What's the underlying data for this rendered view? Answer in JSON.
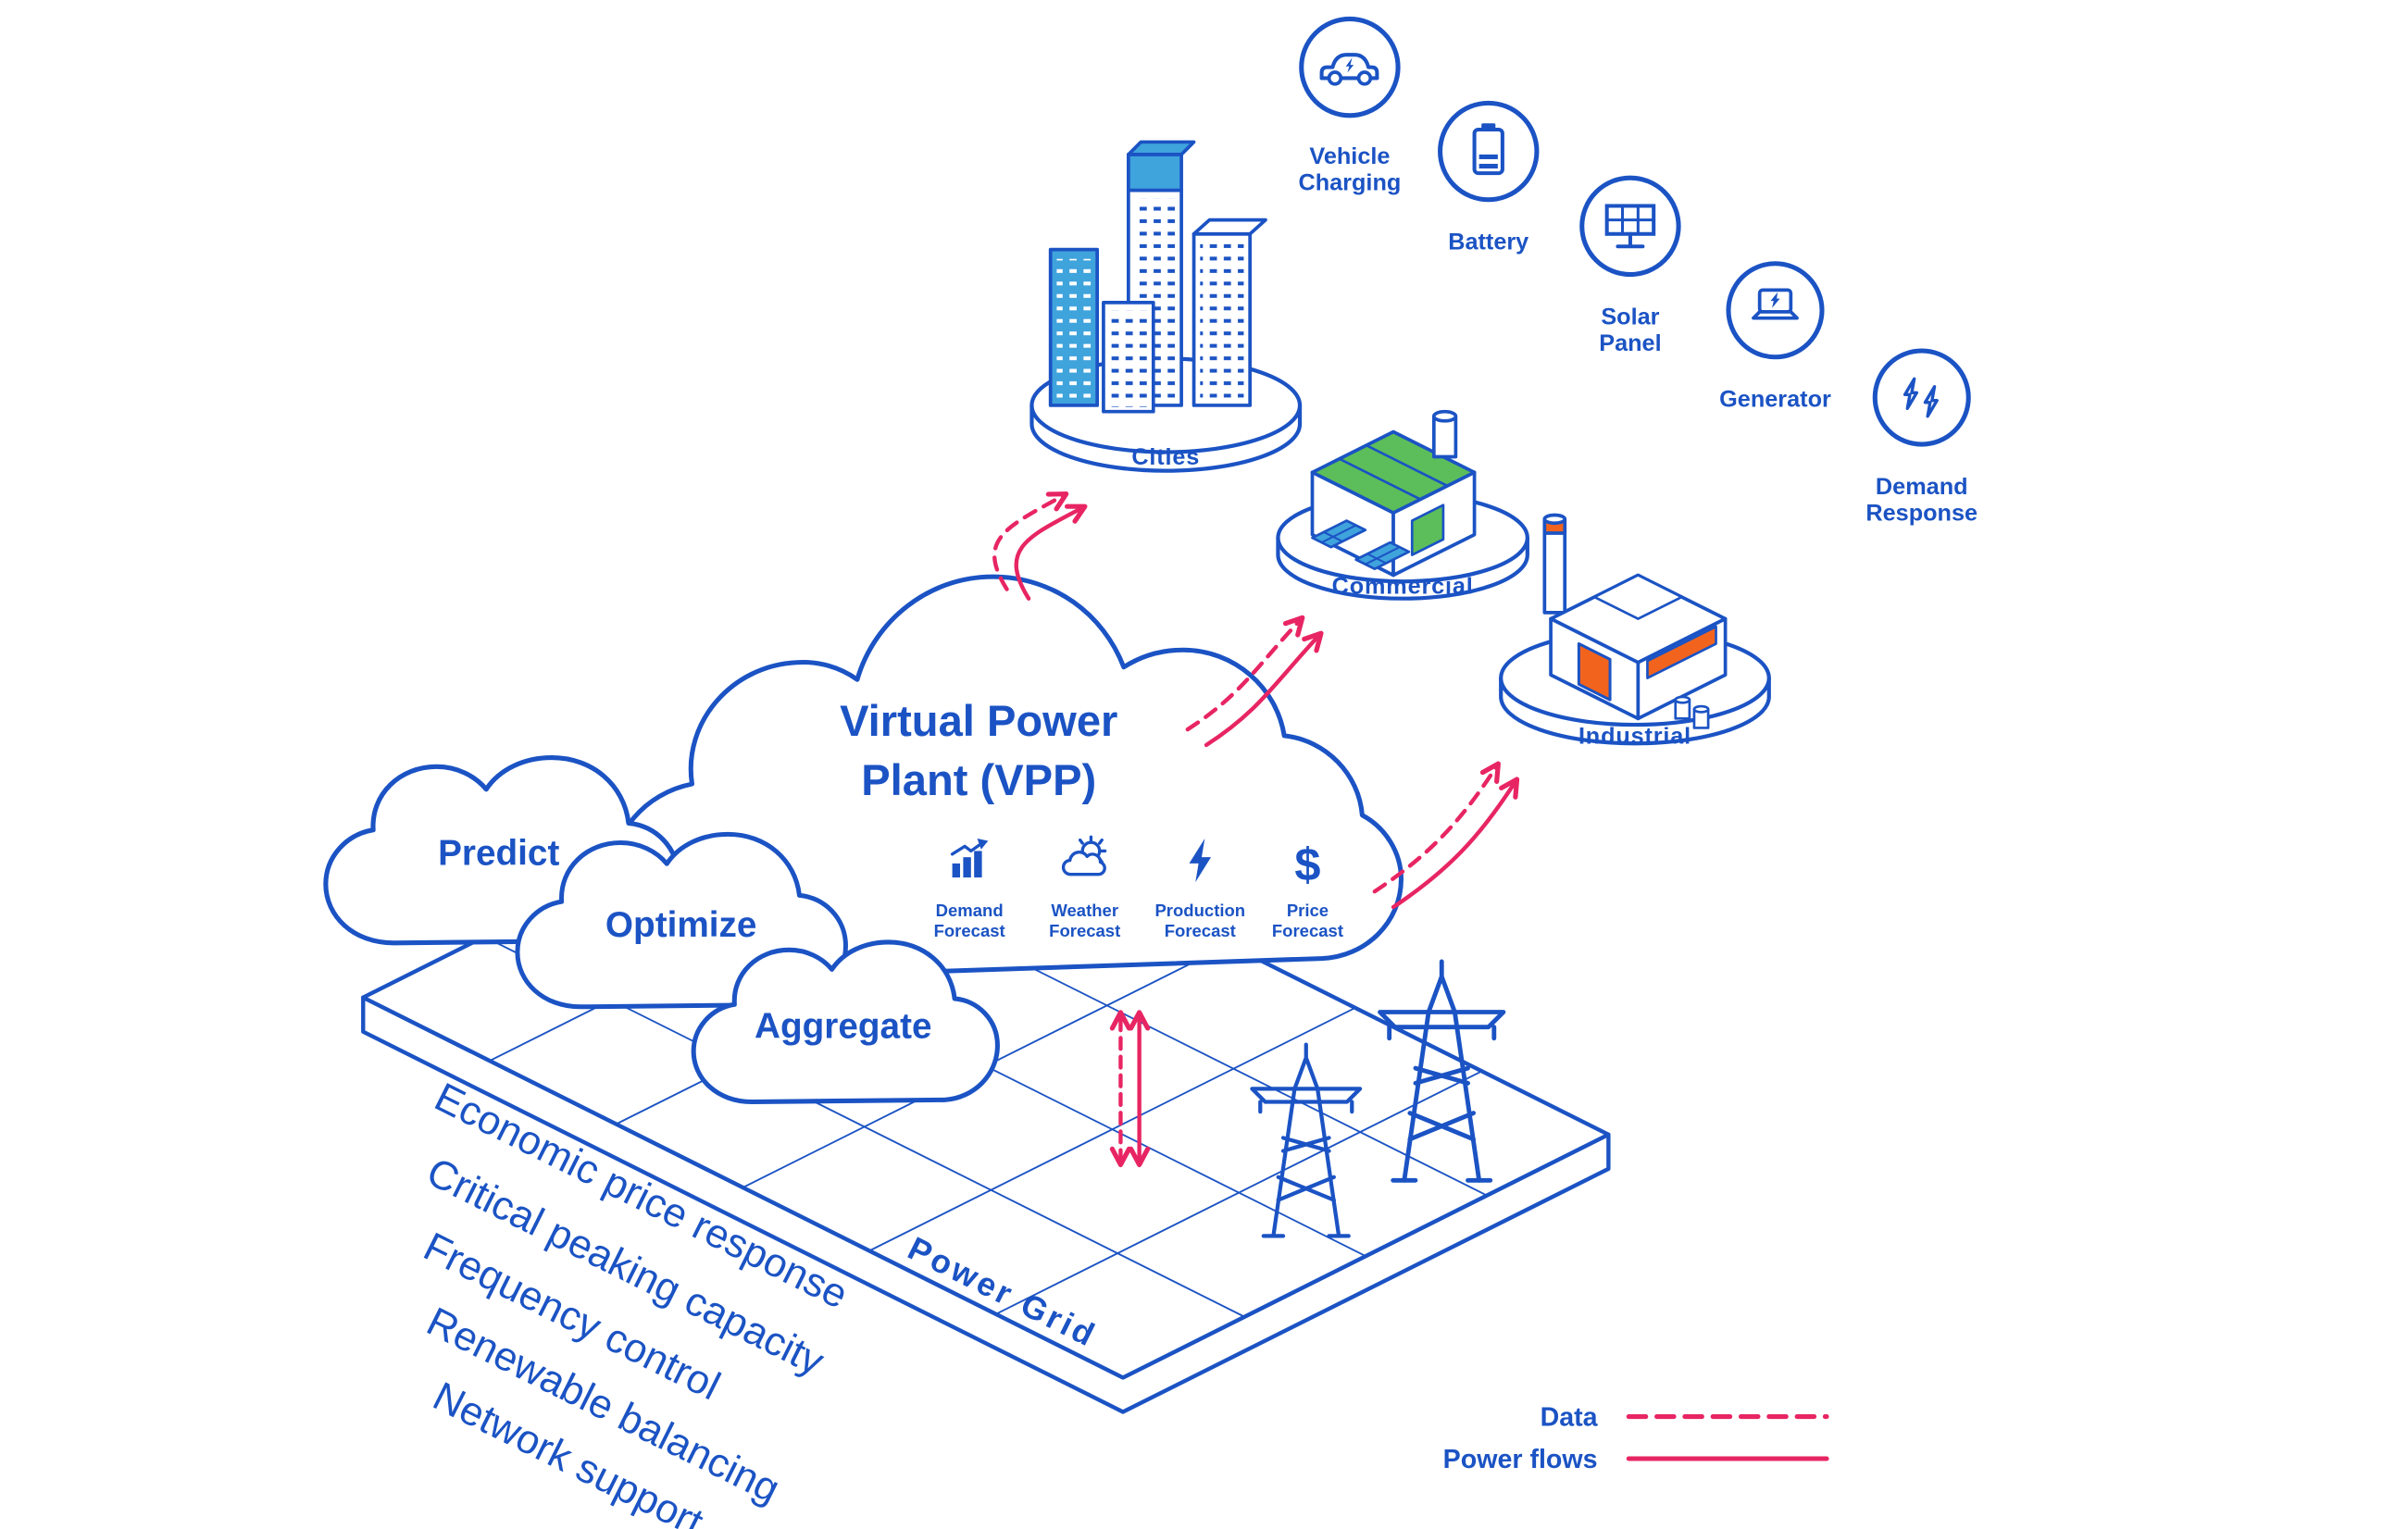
{
  "vpp": {
    "title_line1": "Virtual Power",
    "title_line2": "Plant (VPP)",
    "sub_clouds": [
      {
        "label": "Predict"
      },
      {
        "label": "Optimize"
      },
      {
        "label": "Aggregate"
      }
    ],
    "forecasts": [
      {
        "icon": "demand-forecast-icon",
        "line1": "Demand",
        "line2": "Forecast"
      },
      {
        "icon": "weather-forecast-icon",
        "line1": "Weather",
        "line2": "Forecast"
      },
      {
        "icon": "production-forecast-icon",
        "line1": "Production",
        "line2": "Forecast"
      },
      {
        "icon": "price-forecast-icon",
        "glyph": "$",
        "line1": "Price",
        "line2": "Forecast"
      }
    ]
  },
  "devices": [
    {
      "icon": "vehicle-charging-icon",
      "line1": "Vehicle",
      "line2": "Charging"
    },
    {
      "icon": "battery-icon",
      "line1": "Battery",
      "line2": ""
    },
    {
      "icon": "solar-panel-icon",
      "line1": "Solar",
      "line2": "Panel"
    },
    {
      "icon": "generator-icon",
      "line1": "Generator",
      "line2": ""
    },
    {
      "icon": "demand-response-icon",
      "line1": "Demand",
      "line2": "Response"
    }
  ],
  "sites": [
    {
      "label": "Cities"
    },
    {
      "label": "Commercial"
    },
    {
      "label": "Industrial"
    }
  ],
  "power_grid": {
    "label": "Power Grid"
  },
  "benefits": [
    "Economic price response",
    "Critical peaking capacity",
    "Frequency control",
    "Renewable balancing",
    "Network support"
  ],
  "legend": {
    "data_label": "Data",
    "power_flows_label": "Power flows"
  },
  "colors": {
    "blue": "#1b53c4",
    "light_blue": "#3fa3dc",
    "green": "#5cbe5a",
    "orange": "#f2641e",
    "pink": "#e82563"
  }
}
